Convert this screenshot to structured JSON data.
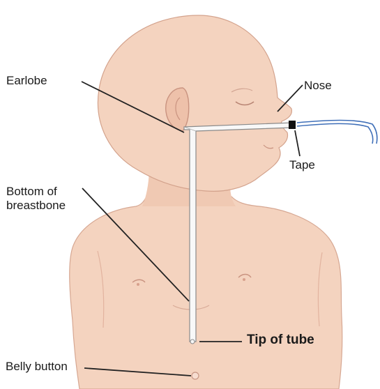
{
  "labels": {
    "earlobe": "Earlobe",
    "nose": "Nose",
    "tape": "Tape",
    "breastbone_line1": "Bottom of",
    "breastbone_line2": "breastbone",
    "tip": "Tip of tube",
    "belly": "Belly button"
  },
  "colors": {
    "skin": "#f4d3bf",
    "skin_shadow": "#e3b7a0",
    "outline": "#c98f7a",
    "tube": "#f8f8f8",
    "tube_outline": "#8a8a8a",
    "tape": "#111111",
    "extension_tube": "#3f6fb8",
    "leader": "#222222"
  }
}
